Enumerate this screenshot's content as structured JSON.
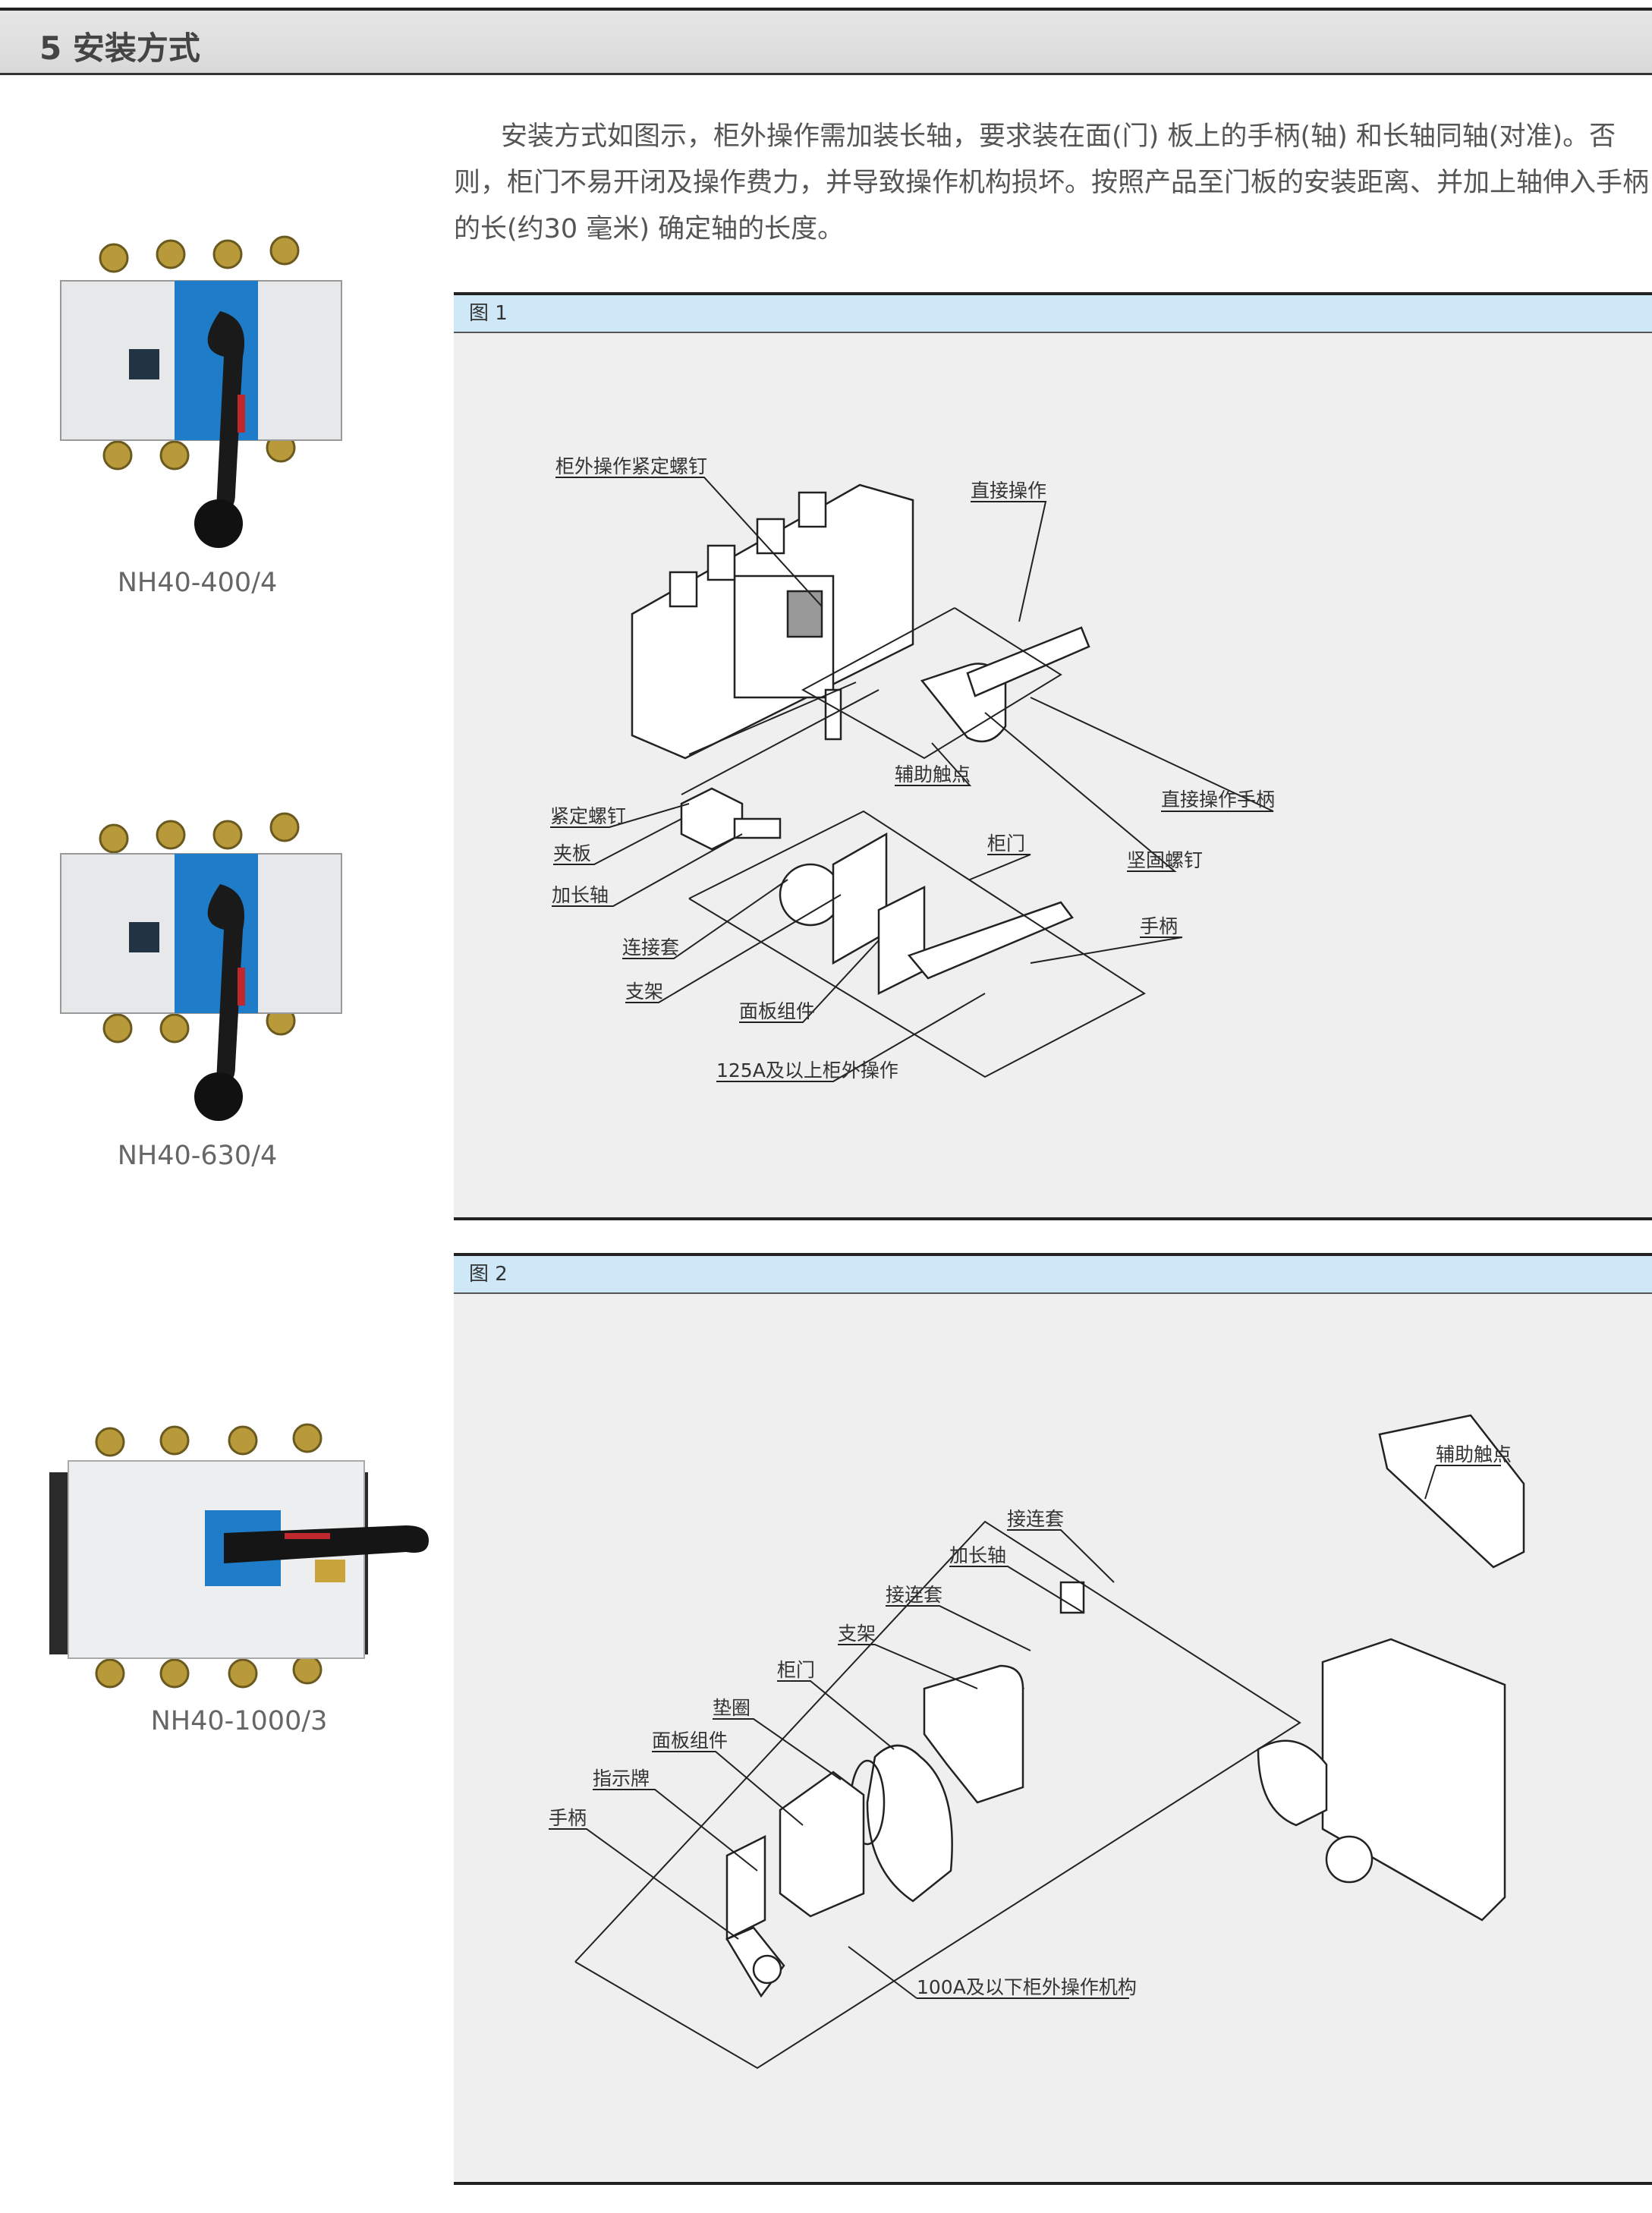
{
  "section": {
    "title": "5 安装方式"
  },
  "intro": {
    "lines": [
      "安装方式如图示，柜外操作需加装长轴，要求装在面(门) 板上的手柄(轴) 和长轴同轴(对准)。否",
      "则，柜门不易开闭及操作费力，并导致操作机构损坏。按照产品至门板的安装距离、并加上轴伸入手柄",
      "的长(约30 毫米) 确定轴的长度。"
    ]
  },
  "products": [
    {
      "model": "NH40-400/4"
    },
    {
      "model": "NH40-630/4"
    },
    {
      "model": "NH40-1000/3"
    }
  ],
  "figure1": {
    "title": "图 1",
    "labels": {
      "fix_screw_outside": "柜外操作紧定螺钉",
      "direct_op": "直接操作",
      "aux_contact": "辅助触点",
      "direct_handle": "直接操作手柄",
      "set_screw": "紧定螺钉",
      "door": "柜门",
      "clamp": "夹板",
      "fix_screw": "坚固螺钉",
      "ext_shaft": "加长轴",
      "handle": "手柄",
      "coupling": "连接套",
      "bracket": "支架",
      "panel": "面板组件",
      "caption": "125A及以上柜外操作"
    }
  },
  "figure2": {
    "title": "图 2",
    "labels": {
      "aux_contact": "辅助触点",
      "coupling1": "接连套",
      "ext_shaft": "加长轴",
      "coupling2": "接连套",
      "bracket": "支架",
      "door": "柜门",
      "washer": "垫圈",
      "panel": "面板组件",
      "indicator": "指示牌",
      "handle": "手柄",
      "caption": "100A及以下柜外操作机构"
    }
  },
  "colors": {
    "header_bg": "#d9d9d9",
    "figure_header": "#cfe8f8",
    "figure_bg": "#efefef",
    "switch_blue": "#1e7cc8",
    "handle_red": "#c0282d"
  }
}
